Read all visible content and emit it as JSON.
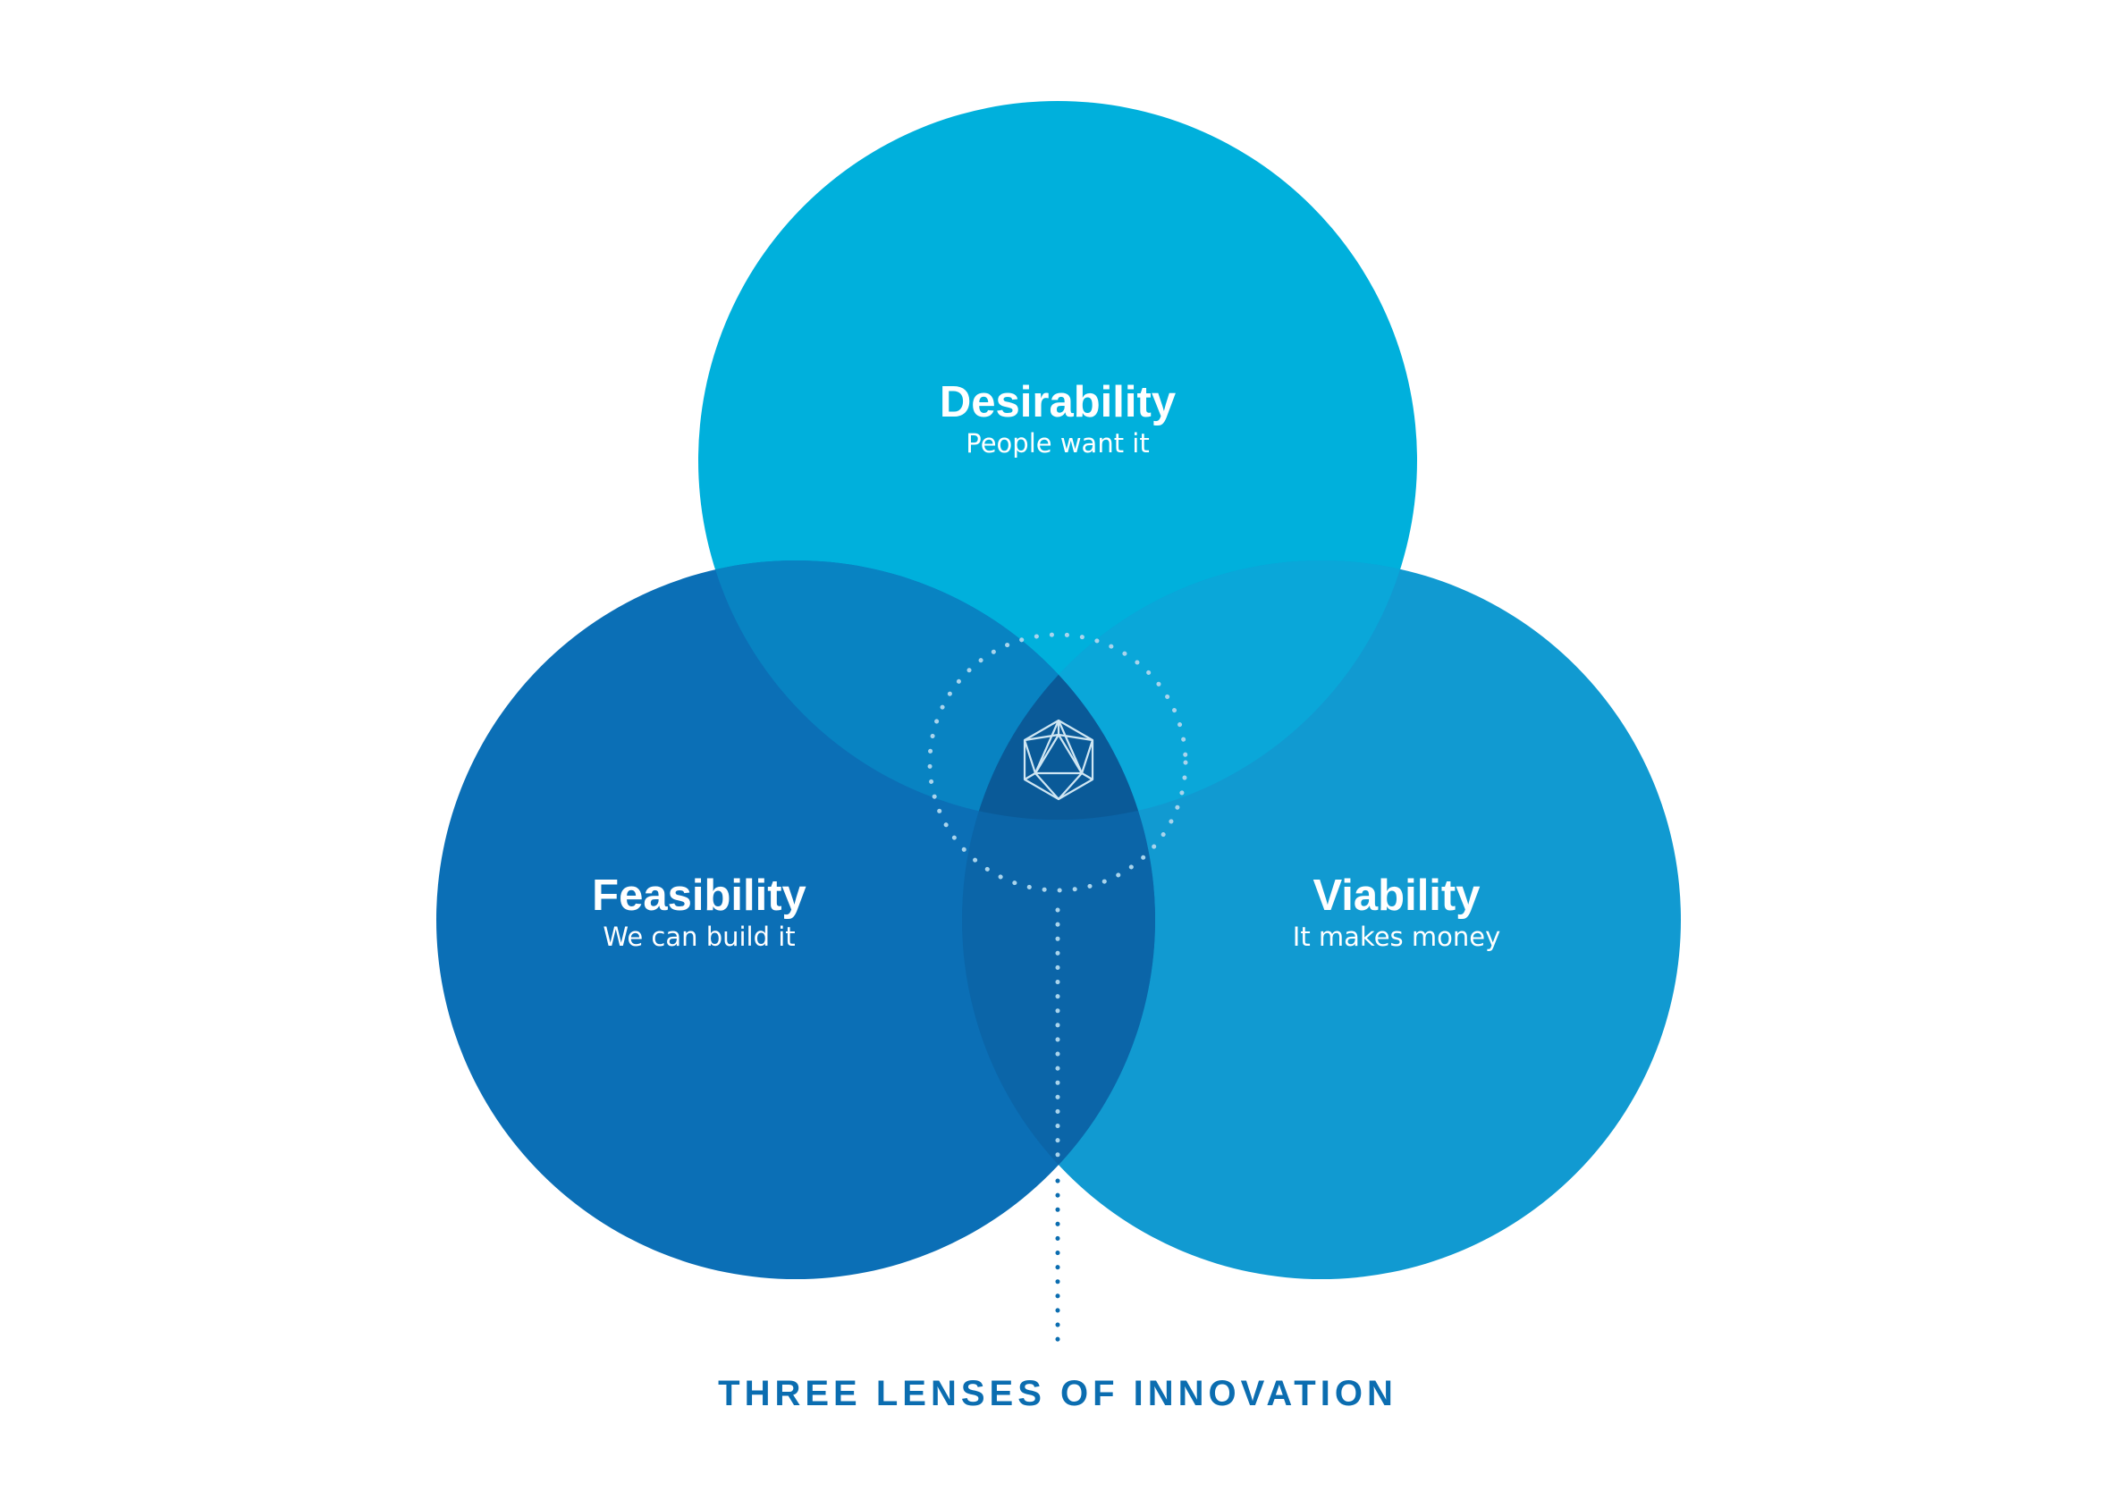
{
  "lenses": {
    "desirability": {
      "title": "Desirability",
      "subtitle": "People want it",
      "color": "#00b0dc"
    },
    "feasibility": {
      "title": "Feasibility",
      "subtitle": "We can build it",
      "color": "#0b6fb6"
    },
    "viability": {
      "title": "Viability",
      "subtitle": "It makes money",
      "color": "#119ad1"
    }
  },
  "overlap_colors": {
    "desirability_feasibility": "#0883c2",
    "desirability_viability": "#0aa7d9",
    "feasibility_viability": "#0b65a8",
    "all_three": "#0a5a98"
  },
  "center_icon": "icosahedron-icon",
  "diagram_title": "THREE LENSES OF INNOVATION",
  "accent_color": "#0b6db0"
}
